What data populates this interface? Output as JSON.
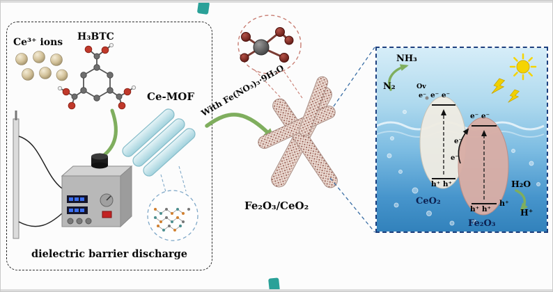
{
  "scheme": {
    "left": {
      "ce_ions_label": "Ce³⁺ ions",
      "h3btc_label": "H₃BTC",
      "cemof_label": "Ce-MOF",
      "dbd_label": "dielectric barrier discharge"
    },
    "middle": {
      "reagent_label": "With Fe(NO₃)₃·9H₂O",
      "product_label": "Fe₂O₃/CeO₂"
    },
    "right": {
      "nh3_label": "NH₃",
      "n2_label": "N₂",
      "ov_label": "Ov",
      "ov_electron_label": "e⁻",
      "ceo2_cb_label": "e⁻ e⁻",
      "ceo2_vb_label": "h⁺ h⁺",
      "fe2o3_cb_label": "e⁻ e⁻",
      "fe2o3_vb_label": "h⁺ h⁺",
      "transfer_e_top": "e⁻",
      "transfer_e_bottom": "e⁻",
      "ceo2_label": "CeO₂",
      "fe2o3_label": "Fe₂O₃",
      "h2o_label": "H₂O",
      "hplus_label": "H⁺",
      "extra_hole_label": "h⁺"
    },
    "colors": {
      "arrow_green": "#7fae5e",
      "water_blue": "#3080ba",
      "mof_cyan": "#a9d6e0",
      "sun_yellow": "#f5d400",
      "fe2o3_pink": "#d9aea6",
      "ceo2_white": "#efece3",
      "ce_sphere_tan": "#d3c29a",
      "dashed_circle_red": "#c87d72",
      "panel_border": "#1c3f7e",
      "marker_teal": "#2aa198"
    }
  }
}
